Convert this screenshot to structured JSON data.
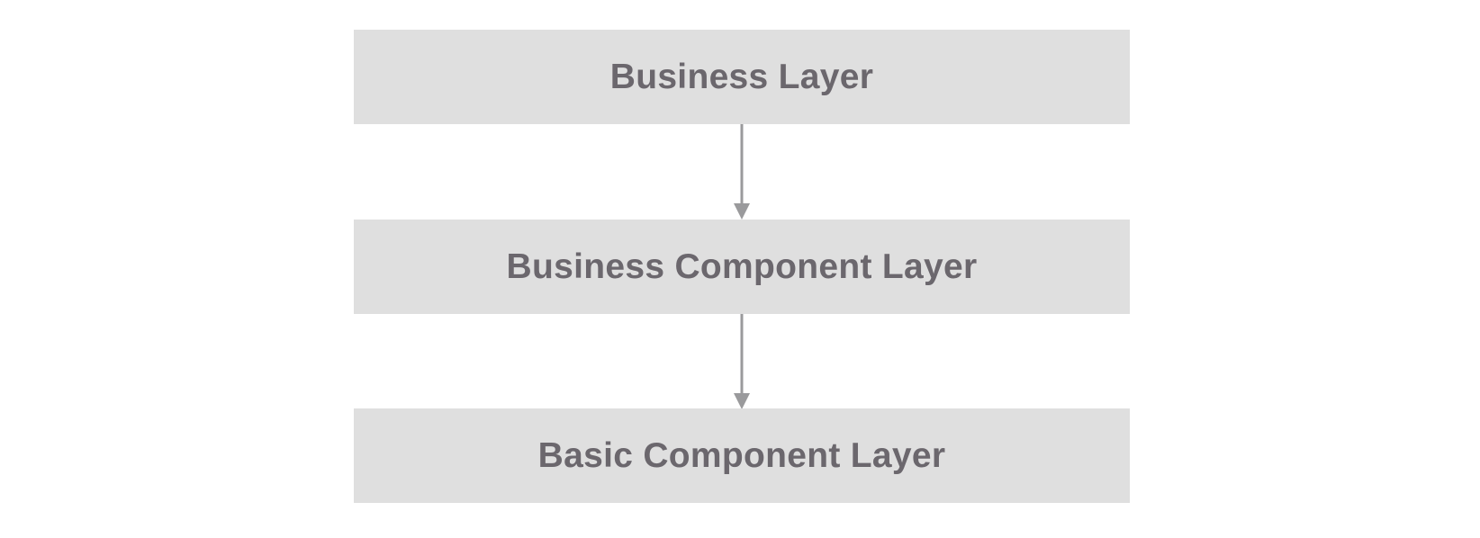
{
  "layers": [
    {
      "label": "Business Layer"
    },
    {
      "label": "Business Component Layer"
    },
    {
      "label": "Basic Component Layer"
    }
  ],
  "colors": {
    "box_fill": "#dfdfdf",
    "text": "#6b676d",
    "arrow": "#9a9a9c",
    "background": "#ffffff"
  },
  "connectors": [
    {
      "from": "Business Layer",
      "to": "Business Component Layer",
      "style": "arrow-down"
    },
    {
      "from": "Business Component Layer",
      "to": "Basic Component Layer",
      "style": "arrow-down"
    }
  ]
}
